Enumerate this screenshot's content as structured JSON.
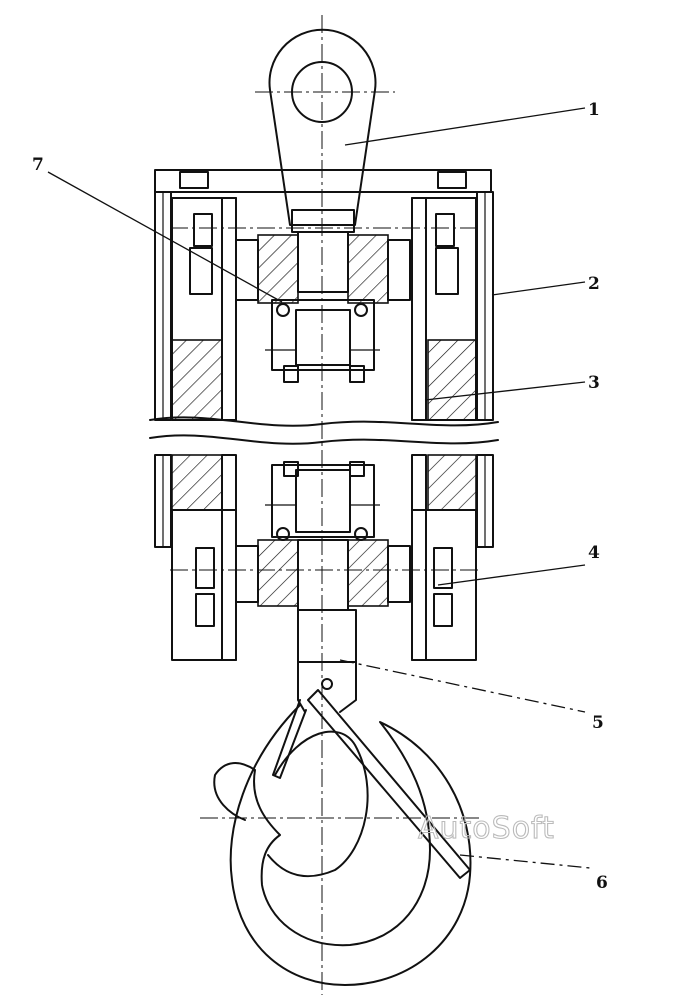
{
  "callouts": [
    {
      "id": "1",
      "label": "1"
    },
    {
      "id": "2",
      "label": "2"
    },
    {
      "id": "3",
      "label": "3"
    },
    {
      "id": "4",
      "label": "4"
    },
    {
      "id": "5",
      "label": "5"
    },
    {
      "id": "6",
      "label": "6"
    },
    {
      "id": "7",
      "label": "7"
    }
  ],
  "watermark": "AutoSoft",
  "colors": {
    "line": "#111111",
    "background": "#ffffff",
    "watermark": "#bbbbbb"
  }
}
